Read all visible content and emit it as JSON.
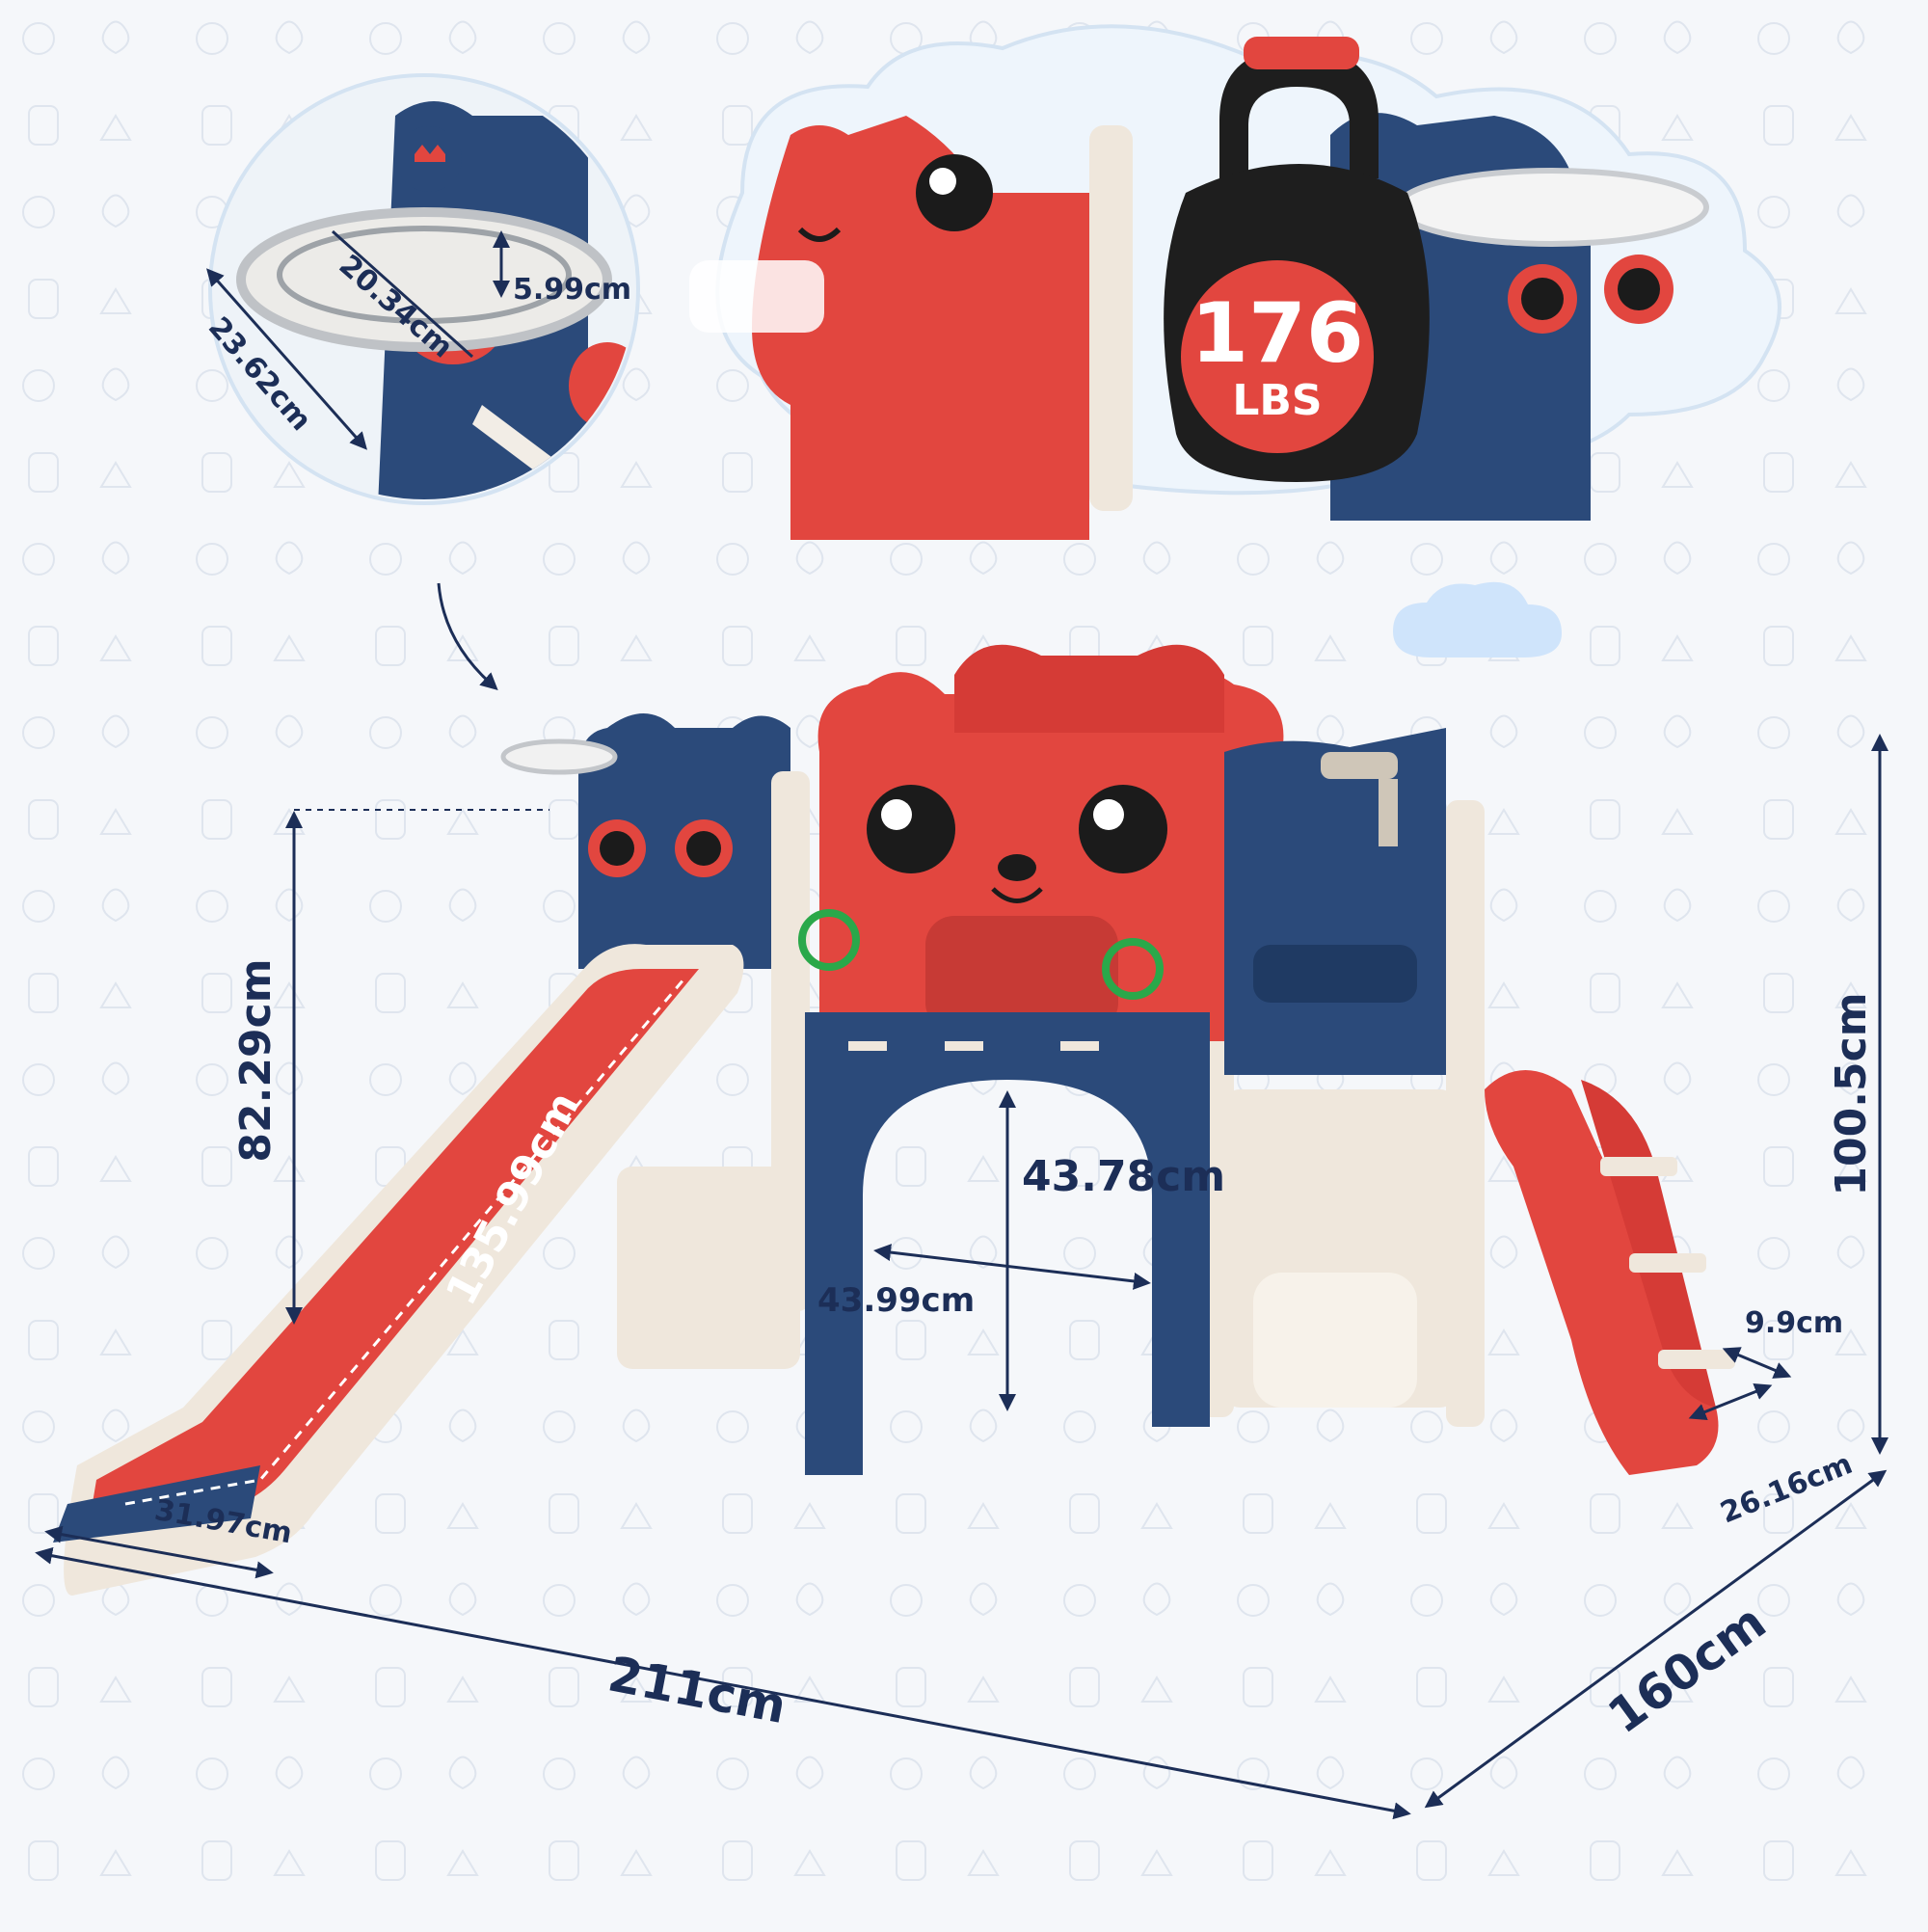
{
  "weight_badge": {
    "value": "176",
    "unit": "LBS"
  },
  "hoop_dimensions": {
    "inner_diameter": "20.34cm",
    "depth": "5.99cm",
    "outer_diameter": "23.62cm"
  },
  "product_dimensions": {
    "deck_height": "82.29cm",
    "slide_length": "135.99cm",
    "slide_width": "31.97cm",
    "arch_height": "43.78cm",
    "arch_width": "43.99cm",
    "total_height": "100.5cm",
    "step_depth": "9.9cm",
    "ladder_width": "26.16cm",
    "total_length": "211cm",
    "total_width": "160cm"
  },
  "colors": {
    "red": "#e2463f",
    "navy": "#2b4a7a",
    "cream": "#efe7dc",
    "dim_text": "#1c2e57",
    "background": "#f5f7fa"
  }
}
